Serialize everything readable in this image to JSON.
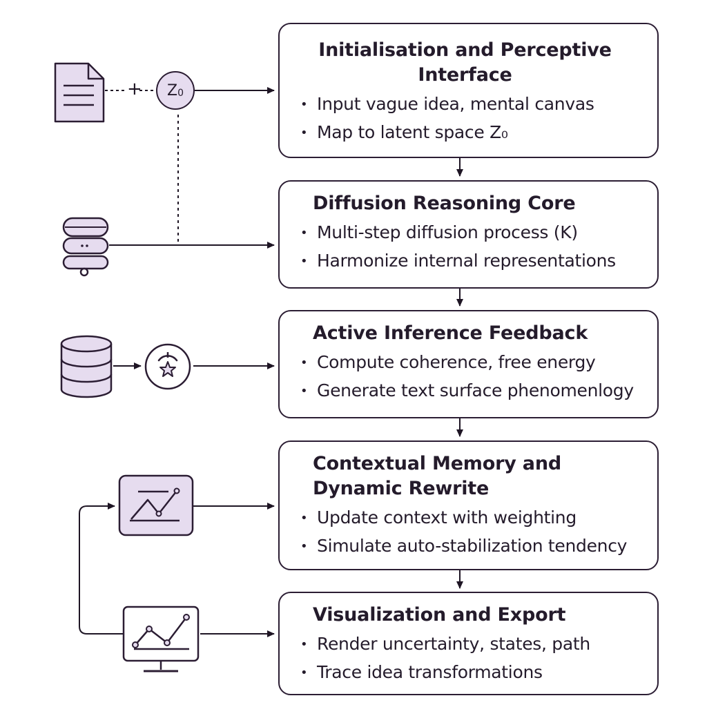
{
  "stages": [
    {
      "title": "Initialisation and Perceptive Interface",
      "bullets": [
        "Input vague idea, mental canvas",
        "Map to latent space Z₀"
      ]
    },
    {
      "title": "Diffusion Reasoning Core",
      "bullets": [
        "Multi-step diffusion process (K)",
        "Harmonize internal representations"
      ]
    },
    {
      "title": "Active Inference Feedback",
      "bullets": [
        "Compute coherence, free energy",
        "Generate text surface phenomenlogy"
      ]
    },
    {
      "title": "Contextual Memory and Dynamic Rewrite",
      "bullets": [
        "Update context with weighting",
        "Simulate auto-stabilization tendency"
      ]
    },
    {
      "title": "Visualization and Export",
      "bullets": [
        "Render uncertainty, states, path",
        "Trace idea transformations"
      ]
    }
  ],
  "latent_node": {
    "label": "Z",
    "subscript": "0"
  },
  "bullet_symbol": "•",
  "plus_symbol": "+",
  "icons": [
    "document-icon",
    "server-stack-icon",
    "database-icon",
    "star-gauge-icon",
    "line-chart-icon",
    "monitor-chart-icon"
  ],
  "colors": {
    "stroke": "#2b1d33",
    "fill": "#e6dcef",
    "text": "#241b2b"
  }
}
